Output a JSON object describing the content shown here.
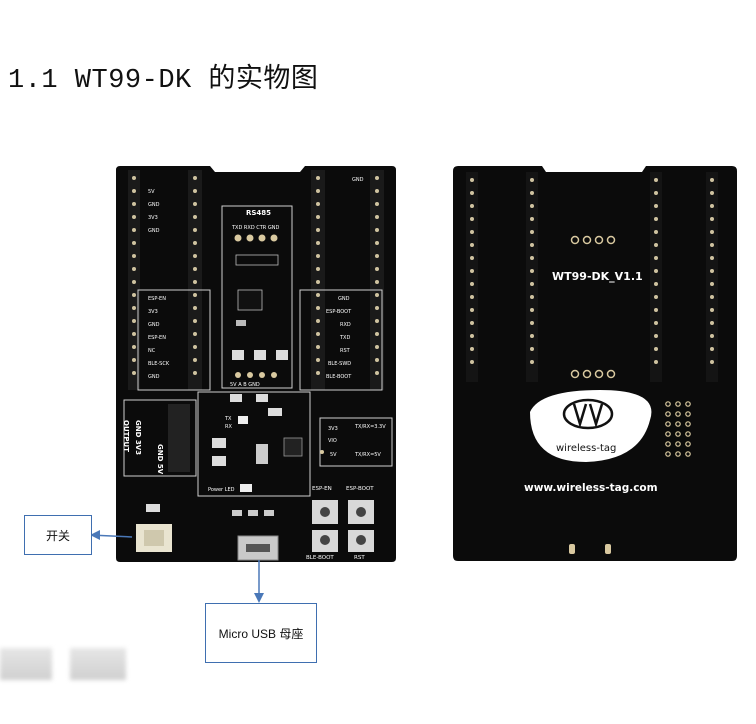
{
  "document": {
    "title": "1.1 WT99-DK 的实物图"
  },
  "callouts": {
    "switch": "开关",
    "usb": "Micro USB 母座"
  },
  "front_board": {
    "header_left_top": [
      "5V",
      "GND",
      "3V3",
      "GND"
    ],
    "header_left_bottom": [
      "ESP-EN",
      "3V3",
      "GND",
      "ESP-EN",
      "NC",
      "BLE-SCK",
      "GND"
    ],
    "header_right_top": [
      "GND"
    ],
    "header_right_bottom": [
      "GND",
      "ESP-BOOT",
      "RXD",
      "TXD",
      "RST",
      "BLE-SWD",
      "BLE-BOOT"
    ],
    "rs485_label": "RS485",
    "rs485_pins": "TXD RXD CTR GND",
    "rs485_bottom": "5V  A   B  GND",
    "output_rows": [
      "GND 3V3",
      "GND 5V"
    ],
    "output_label": "OUTPUT",
    "tx": "TX",
    "rx": "RX",
    "power_led": "Power LED",
    "voltage_3v3": "3V3",
    "voltage_vio": "VIO",
    "voltage_5v": "5V",
    "txrx_33": "TX/RX=3.3V",
    "txrx_5": "TX/RX=5V",
    "btn_esp_en": "ESP-EN",
    "btn_esp_boot": "ESP-BOOT",
    "btn_ble_boot": "BLE-BOOT",
    "btn_rst": "RST"
  },
  "back_board": {
    "model": "WT99-DK_V1.1",
    "brand": "wireless-tag",
    "url": "www.wireless-tag.com"
  }
}
